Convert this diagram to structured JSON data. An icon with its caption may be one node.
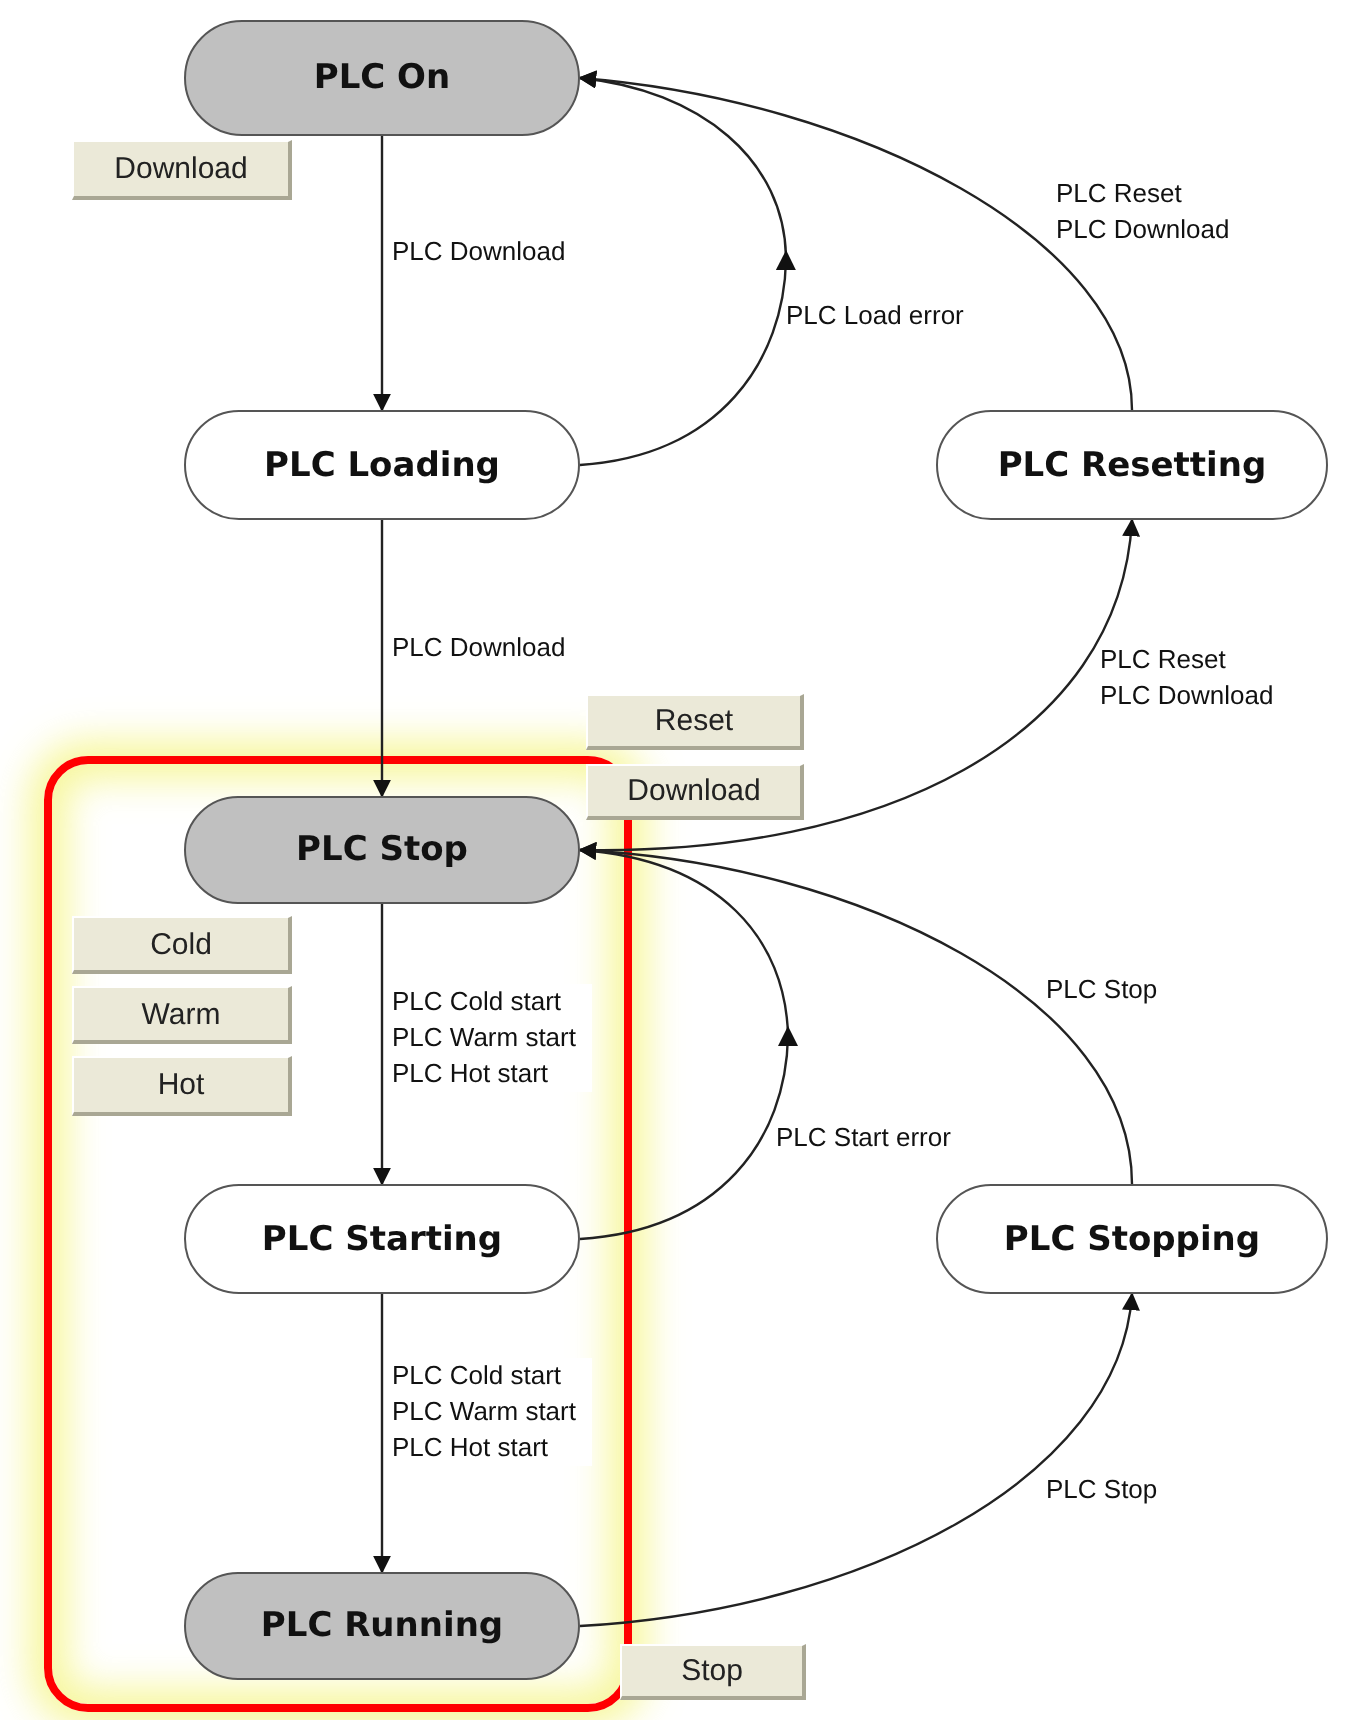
{
  "diagram": {
    "nodes": [
      {
        "text": [
          "PLC On"
        ]
      },
      {
        "text": [
          "Download"
        ]
      },
      {
        "text": [
          "PLC Loading"
        ]
      },
      {
        "text": [
          "PLC Resetting"
        ]
      },
      {
        "text": [
          "Reset"
        ]
      },
      {
        "text": [
          "Download"
        ]
      },
      {
        "text": [],
        "shape": "box"
      },
      {
        "text": [
          "PLC Stop"
        ],
        "in": 6
      },
      {
        "text": [
          "Cold"
        ],
        "in": 6
      },
      {
        "text": [
          "Warm"
        ],
        "in": 6
      },
      {
        "text": [
          "Hot"
        ],
        "in": 6
      },
      {
        "text": [
          "PLC Starting"
        ],
        "in": 6
      },
      {
        "text": [
          "PLC Stopping"
        ]
      },
      {
        "text": [
          "PLC Running"
        ],
        "in": 6
      },
      {
        "text": [
          "Stop"
        ]
      }
    ],
    "edges": [
      {
        "from": 0,
        "to": 2,
        "arrow": "to",
        "label": "PLC Download"
      },
      {
        "from": 2,
        "to": 0,
        "arrow": "to",
        "label": "PLC Load error"
      },
      {
        "from": 3,
        "to": 0,
        "arrow": "to",
        "label": "PLC Reset PLC Download"
      },
      {
        "from": 2,
        "to": 7,
        "arrow": "to",
        "label": "PLC Download"
      },
      {
        "from": 7,
        "to": 3,
        "arrow": "to",
        "label": "PLC Reset PLC Download"
      },
      {
        "from": 7,
        "to": 11,
        "arrow": "to",
        "label": "PLC Cold start PLC Warm start PLC Hot start"
      },
      {
        "from": 11,
        "to": 7,
        "arrow": "to",
        "label": "PLC Start error"
      },
      {
        "from": 12,
        "to": 7,
        "arrow": "to",
        "label": "PLC Stop"
      },
      {
        "from": 11,
        "to": 13,
        "arrow": "to",
        "label": "PLC Cold start PLC Warm start PLC Hot start"
      },
      {
        "from": 13,
        "to": 12,
        "arrow": "to",
        "label": "PLC Stop"
      }
    ]
  }
}
